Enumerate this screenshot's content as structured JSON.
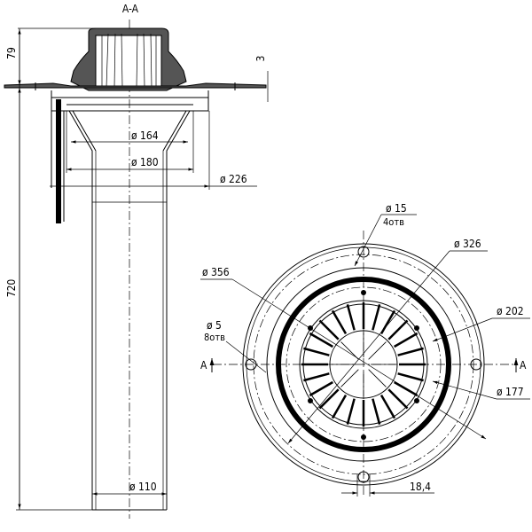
{
  "section_title": "A-A",
  "section_view": {
    "dim_height_top": "79",
    "dim_height_total": "720",
    "dim_flange": "3",
    "dim_d164": "ø 164",
    "dim_d180": "ø 180",
    "dim_d226": "ø 226",
    "dim_d110": "ø 110"
  },
  "plan_view": {
    "dim_d15": "ø 15",
    "holes_4": "4отв",
    "dim_d326": "ø 326",
    "dim_d356": "ø 356",
    "dim_d202": "ø 202",
    "dim_d5": "ø 5",
    "holes_8": "8отв",
    "dim_d177": "ø 177",
    "dim_18_4": "18,4",
    "section_mark_left": "A",
    "section_mark_right": "A"
  }
}
